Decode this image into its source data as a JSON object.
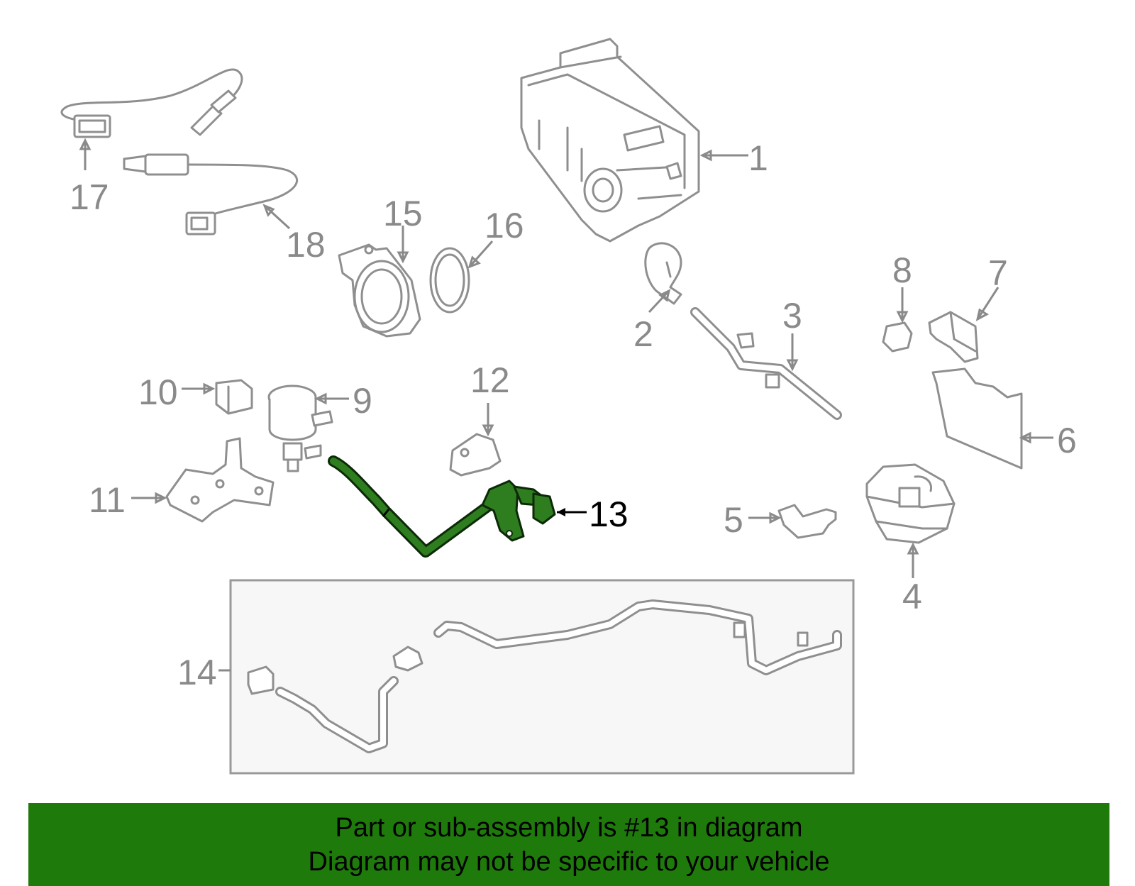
{
  "callouts": {
    "n1": "1",
    "n2": "2",
    "n3": "3",
    "n4": "4",
    "n5": "5",
    "n6": "6",
    "n7": "7",
    "n8": "8",
    "n9": "9",
    "n10": "10",
    "n11": "11",
    "n12": "12",
    "n13": "13",
    "n14": "14",
    "n15": "15",
    "n16": "16",
    "n17": "17",
    "n18": "18"
  },
  "highlight_color": "#2e7d1f",
  "banner": {
    "line1": "Part or sub-assembly is #13 in diagram",
    "line2": "Diagram may not be specific to your vehicle",
    "color": "#1f7a0c"
  }
}
